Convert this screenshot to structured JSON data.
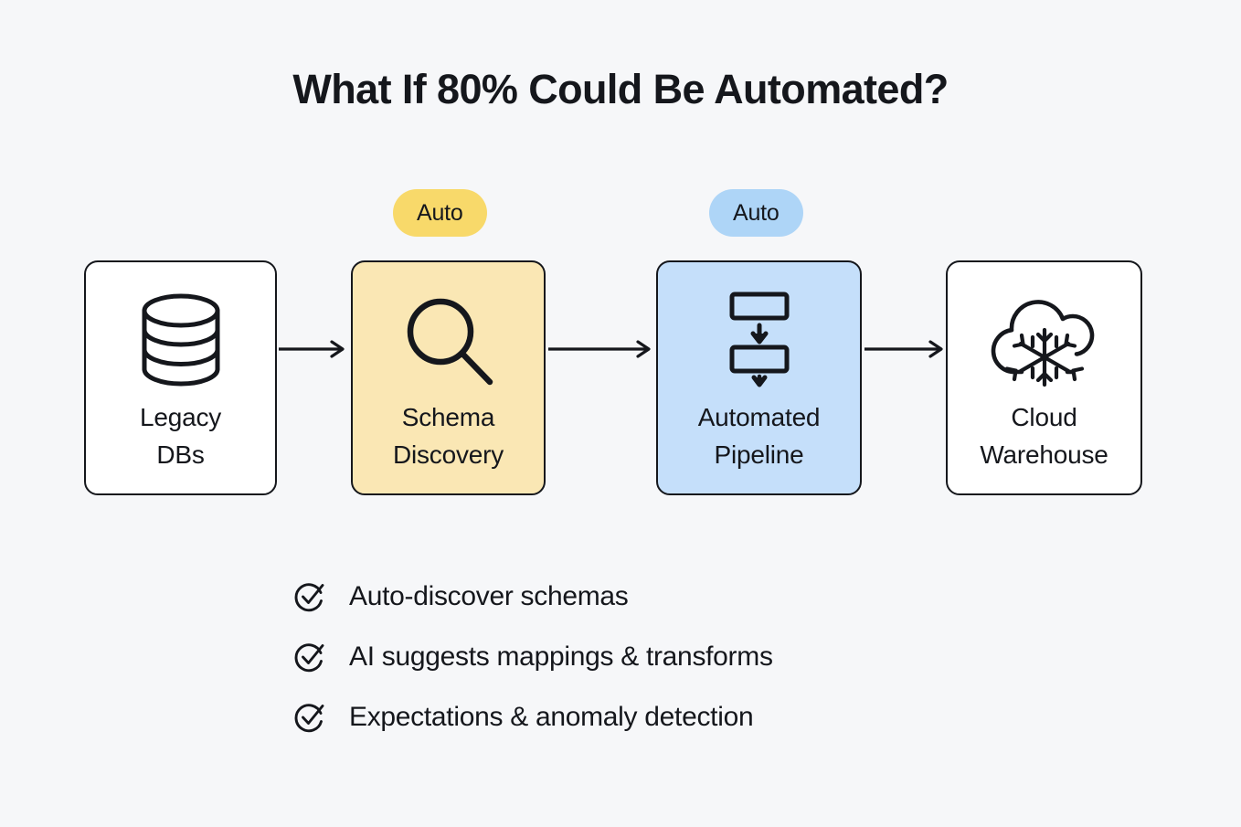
{
  "page": {
    "title": "What If 80% Could Be Automated?",
    "background_color": "#f6f7f9",
    "text_color": "#15171c"
  },
  "flow": {
    "nodes": [
      {
        "id": "legacy-dbs",
        "label": "Legacy\nDBs",
        "label_line1": "Legacy",
        "label_line2": "DBs",
        "icon": "database-icon",
        "fill": "#ffffff",
        "badge": null
      },
      {
        "id": "schema-discovery",
        "label": "Schema\nDiscovery",
        "label_line1": "Schema",
        "label_line2": "Discovery",
        "icon": "magnifier-icon",
        "fill": "#fae7b4",
        "badge": {
          "label": "Auto",
          "color": "#f8d96a"
        }
      },
      {
        "id": "automated-pipeline",
        "label": "Automated\nPipeline",
        "label_line1": "Automated",
        "label_line2": "Pipeline",
        "icon": "pipeline-icon",
        "fill": "#c5dffa",
        "badge": {
          "label": "Auto",
          "color": "#aed5f7"
        }
      },
      {
        "id": "cloud-warehouse",
        "label": "Cloud\nWarehouse",
        "label_line1": "Cloud",
        "label_line2": "Warehouse",
        "icon": "cloud-snowflake-icon",
        "fill": "#ffffff",
        "badge": null
      }
    ],
    "connectors": [
      {
        "from": "legacy-dbs",
        "to": "schema-discovery",
        "style": "arrow-right"
      },
      {
        "from": "schema-discovery",
        "to": "automated-pipeline",
        "style": "arrow-right"
      },
      {
        "from": "automated-pipeline",
        "to": "cloud-warehouse",
        "style": "arrow-right"
      }
    ]
  },
  "bullets": [
    {
      "icon": "check-circle-icon",
      "text": "Auto-discover schemas"
    },
    {
      "icon": "check-circle-icon",
      "text": "AI suggests mappings & transforms"
    },
    {
      "icon": "check-circle-icon",
      "text": "Expectations & anomaly detection"
    }
  ]
}
